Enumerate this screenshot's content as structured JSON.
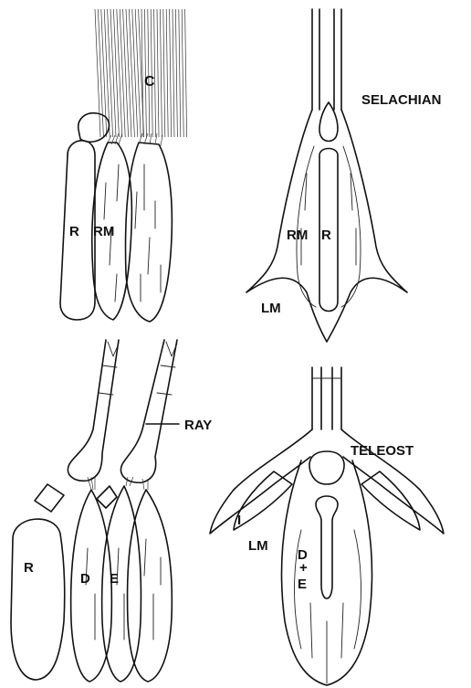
{
  "selachian": {
    "detail": {
      "label_c": "C",
      "label_r": "R",
      "label_rm": "RM"
    },
    "fin": {
      "title": "SELACHIAN",
      "label_rm": "RM",
      "label_r": "R",
      "label_lm": "LM"
    }
  },
  "teleost": {
    "detail": {
      "label_ray": "RAY",
      "label_r": "R",
      "label_d": "D",
      "label_e": "E"
    },
    "fin": {
      "title": "TELEOST",
      "label_i": "I",
      "label_lm": "LM",
      "label_d": "D",
      "label_plus": "+",
      "label_e": "E"
    }
  }
}
